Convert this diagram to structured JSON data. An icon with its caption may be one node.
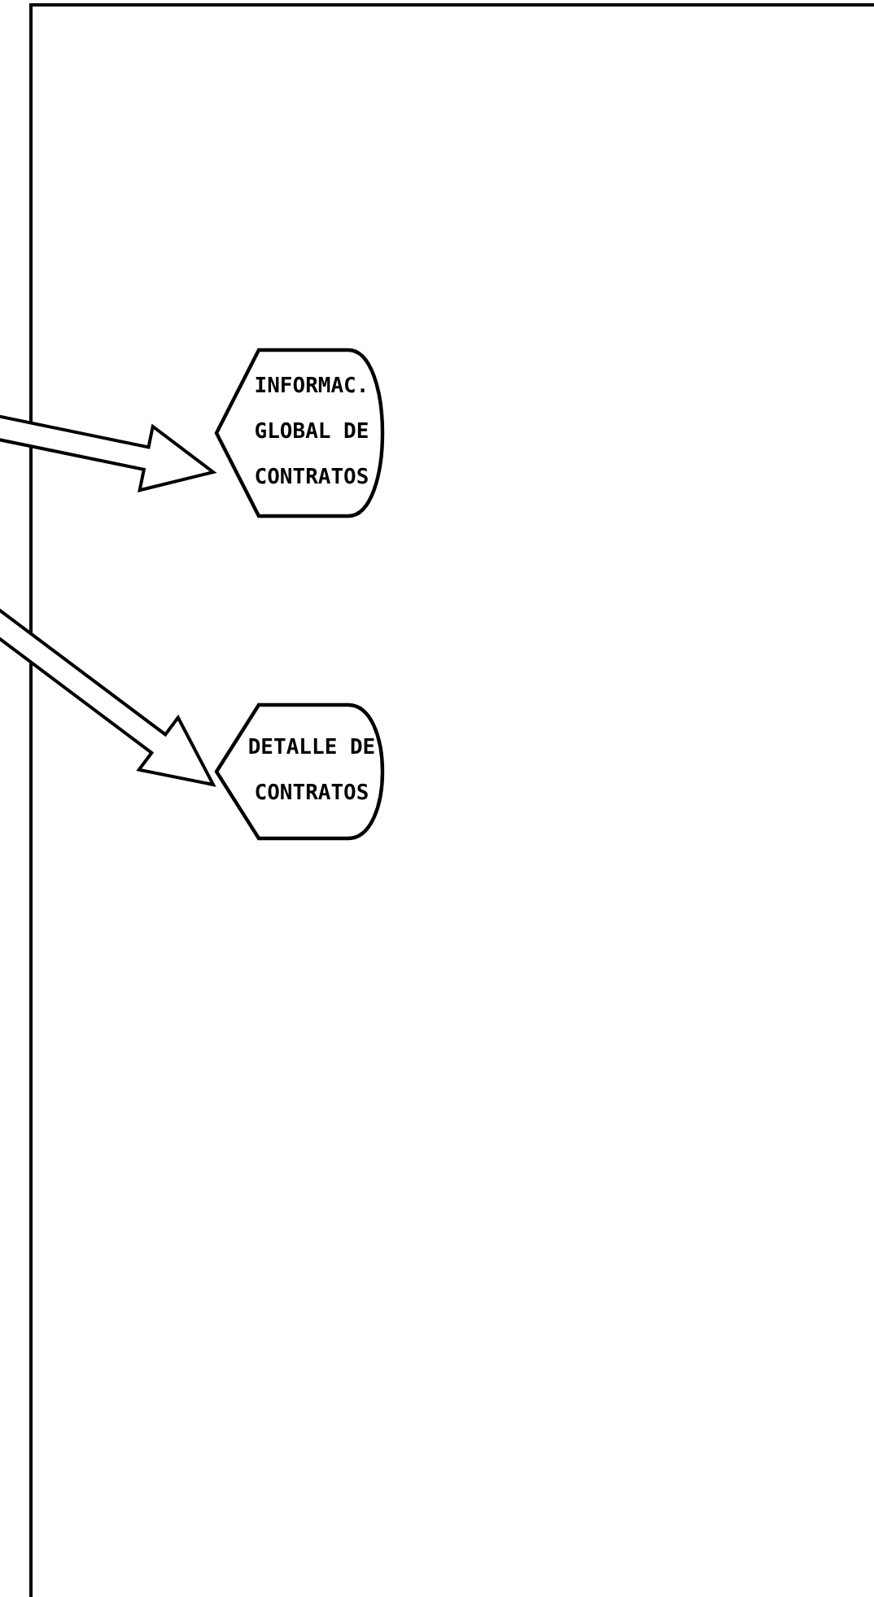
{
  "diagram": {
    "nodes": [
      {
        "text": [
          "INFORMAC. GLOBAL DE CONTRATOS"
        ]
      },
      {
        "text": [
          "DETALLE DE CONTRATOS"
        ]
      }
    ],
    "edges": [
      {
        "from": null,
        "to": 0,
        "arrow": "to",
        "style": "thick"
      },
      {
        "from": null,
        "to": 1,
        "arrow": "to",
        "style": "thick"
      }
    ]
  }
}
